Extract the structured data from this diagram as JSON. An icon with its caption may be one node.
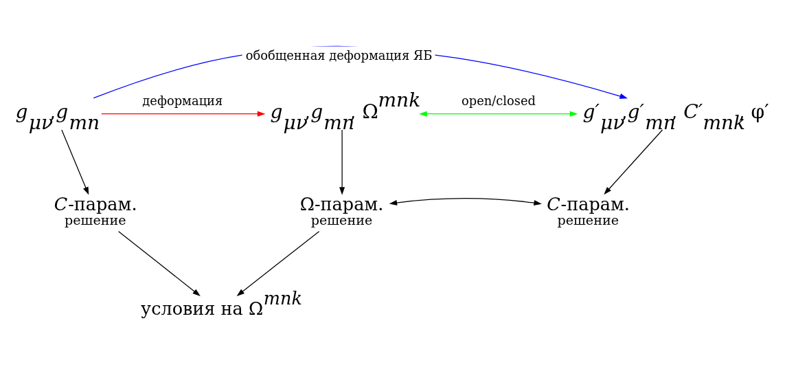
{
  "diagram": {
    "nodes": [
      {
        "text": [
          "*g*$_{μν}$,*g*$_{mn}$"
        ]
      },
      {
        "text": [
          "*g*$_{μν}$,*g*$_{mn}$, Ω$^{mnk}$"
        ]
      },
      {
        "text": [
          "*g′*$_{μν}$,*g′*$_{mn}$, *C′*$_{mnk}$, φ′"
        ]
      },
      {
        "text": [
          "*C*-парам.",
          "решение"
        ]
      },
      {
        "text": [
          "Ω-парам.",
          "решение"
        ]
      },
      {
        "text": [
          "*C*-парам.",
          "решение"
        ]
      },
      {
        "text": [
          "условия на Ω$^{mnk}$"
        ]
      }
    ],
    "edges": [
      {
        "from": 0,
        "to": 1,
        "arrow": "to",
        "label": "деформация",
        "color": "#ff0000"
      },
      {
        "from": 1,
        "to": 2,
        "arrow": "both",
        "label": "open/closed",
        "color": "#00ff00"
      },
      {
        "from": 0,
        "to": 2,
        "arrow": "to",
        "label": "обобщенная деформация ЯБ",
        "color": "#0000ff"
      },
      {
        "from": 0,
        "to": 3,
        "arrow": "to"
      },
      {
        "from": 1,
        "to": 4,
        "arrow": "to"
      },
      {
        "from": 2,
        "to": 5,
        "arrow": "to"
      },
      {
        "from": 4,
        "to": 5,
        "arrow": "both"
      },
      {
        "from": 3,
        "to": 6,
        "arrow": "to"
      },
      {
        "from": 4,
        "to": 6,
        "arrow": "to"
      }
    ]
  }
}
